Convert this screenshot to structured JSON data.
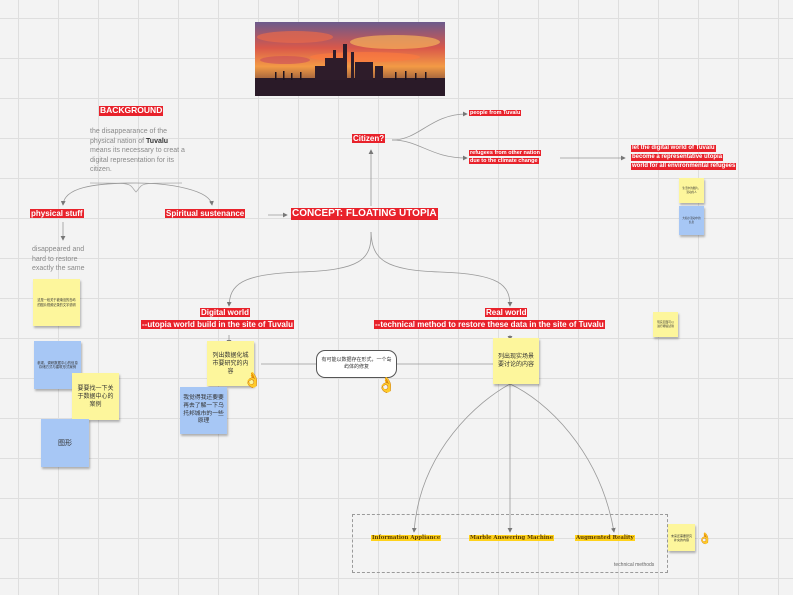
{
  "background": {
    "title": "BACKGROUND",
    "text_1": "the disappearance of the physical nation of ",
    "text_bold": "Tuvalu",
    "text_2": " means its necessary to creat a digital representation for its citizen."
  },
  "nodes": {
    "citizen": "Citizen?",
    "people_from_tuvalu": "people from Tuvalu",
    "refugees_1": "refugees from other nation",
    "refugees_2": "due to the climate change",
    "let_1": "let the digital world of Tuvalu",
    "let_2": "become a representative utopia",
    "let_3": "world for all environmental refugees",
    "physical_stuff": "physical stuff",
    "spiritual": "Spiritual sustenance",
    "concept": "CONCEPT: FLOATING UTOPIA",
    "disappeared": "disappeared and hard to restore exactly the same",
    "digital_world": "Digital world",
    "digital_world_sub": "--utopia world build in the site of Tuvalu",
    "real_world": "Real world",
    "real_world_sub": "--technical method to restore these data in the site of Tuvalu"
  },
  "notes": {
    "n1": "生活中的图片，流动的人",
    "n2": "大和小流动中的信息",
    "n3": "这是一段关于被淹没的岛屿的图片视频记录的文字说明",
    "n4": "参观，调研数据中心的信息存储方式与建筑形式案例",
    "n5": "要要找一下关于数据中心的案例",
    "n6": "图形",
    "n7": "列出数据化城市要研究的内容",
    "n8": "我觉得我还要要再去了解一下乌托邦城市的一些原理",
    "n9": "有可能以数据存在形式，一个岛屿体的修复",
    "n10": "列出现实场景要讨论的内容",
    "n11": "现实层面可以进行哪些试验",
    "n12": "未来还需要研究补充的内容"
  },
  "tech": {
    "info": "Information Appliance",
    "marble": "Marble Answering Machine",
    "ar": "Augmented Reality",
    "label": "technical methods"
  },
  "colors": {
    "red": "#e8222b",
    "yellow_note": "#fdf69c",
    "blue_note": "#a7c7f5",
    "highlight": "#ffd21a"
  }
}
